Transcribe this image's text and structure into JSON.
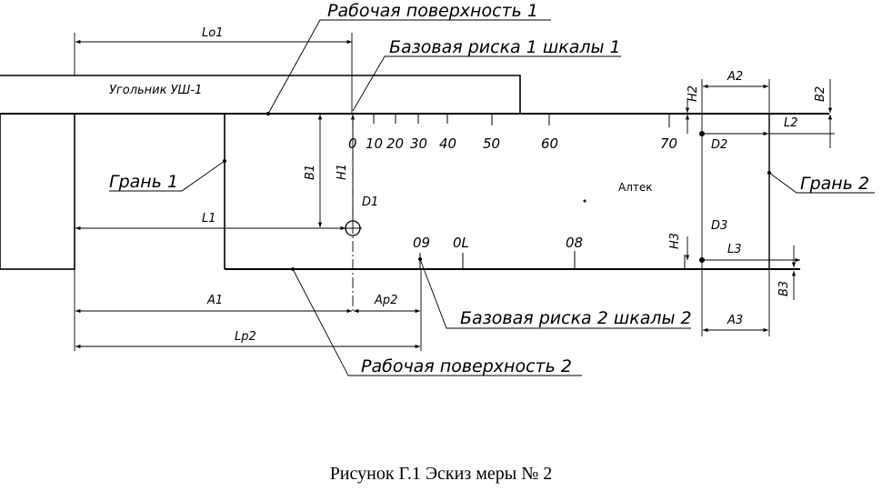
{
  "labels": {
    "working_surface_1": "Рабочая поверхность 1",
    "base_mark_1": "Базовая риска 1 шкалы 1",
    "edge_1": "Грань 1",
    "edge_2": "Грань 2",
    "base_mark_2": "Базовая риска 2 шкалы 2",
    "working_surface_2": "Рабочая поверхность 2",
    "square_name": "Угольник УШ-1",
    "brand": "Алтек"
  },
  "dimensions": {
    "Lo1": "Lo1",
    "A2": "A2",
    "H2": "H2",
    "B2": "B2",
    "L2": "L2",
    "D2": "D2",
    "H1": "H1",
    "B1": "B1",
    "D1": "D1",
    "L1": "L1",
    "D3": "D3",
    "H3": "H3",
    "L3": "L3",
    "B3": "B3",
    "A1": "A1",
    "Ap2": "Ap2",
    "A3": "A3",
    "Lp2": "Lp2"
  },
  "scale1": [
    "0",
    "10",
    "20",
    "30",
    "40",
    "50",
    "60",
    "70"
  ],
  "scale2": [
    "09",
    "0L",
    "08"
  ],
  "caption": "Рисунок Г.1 Эскиз меры № 2"
}
